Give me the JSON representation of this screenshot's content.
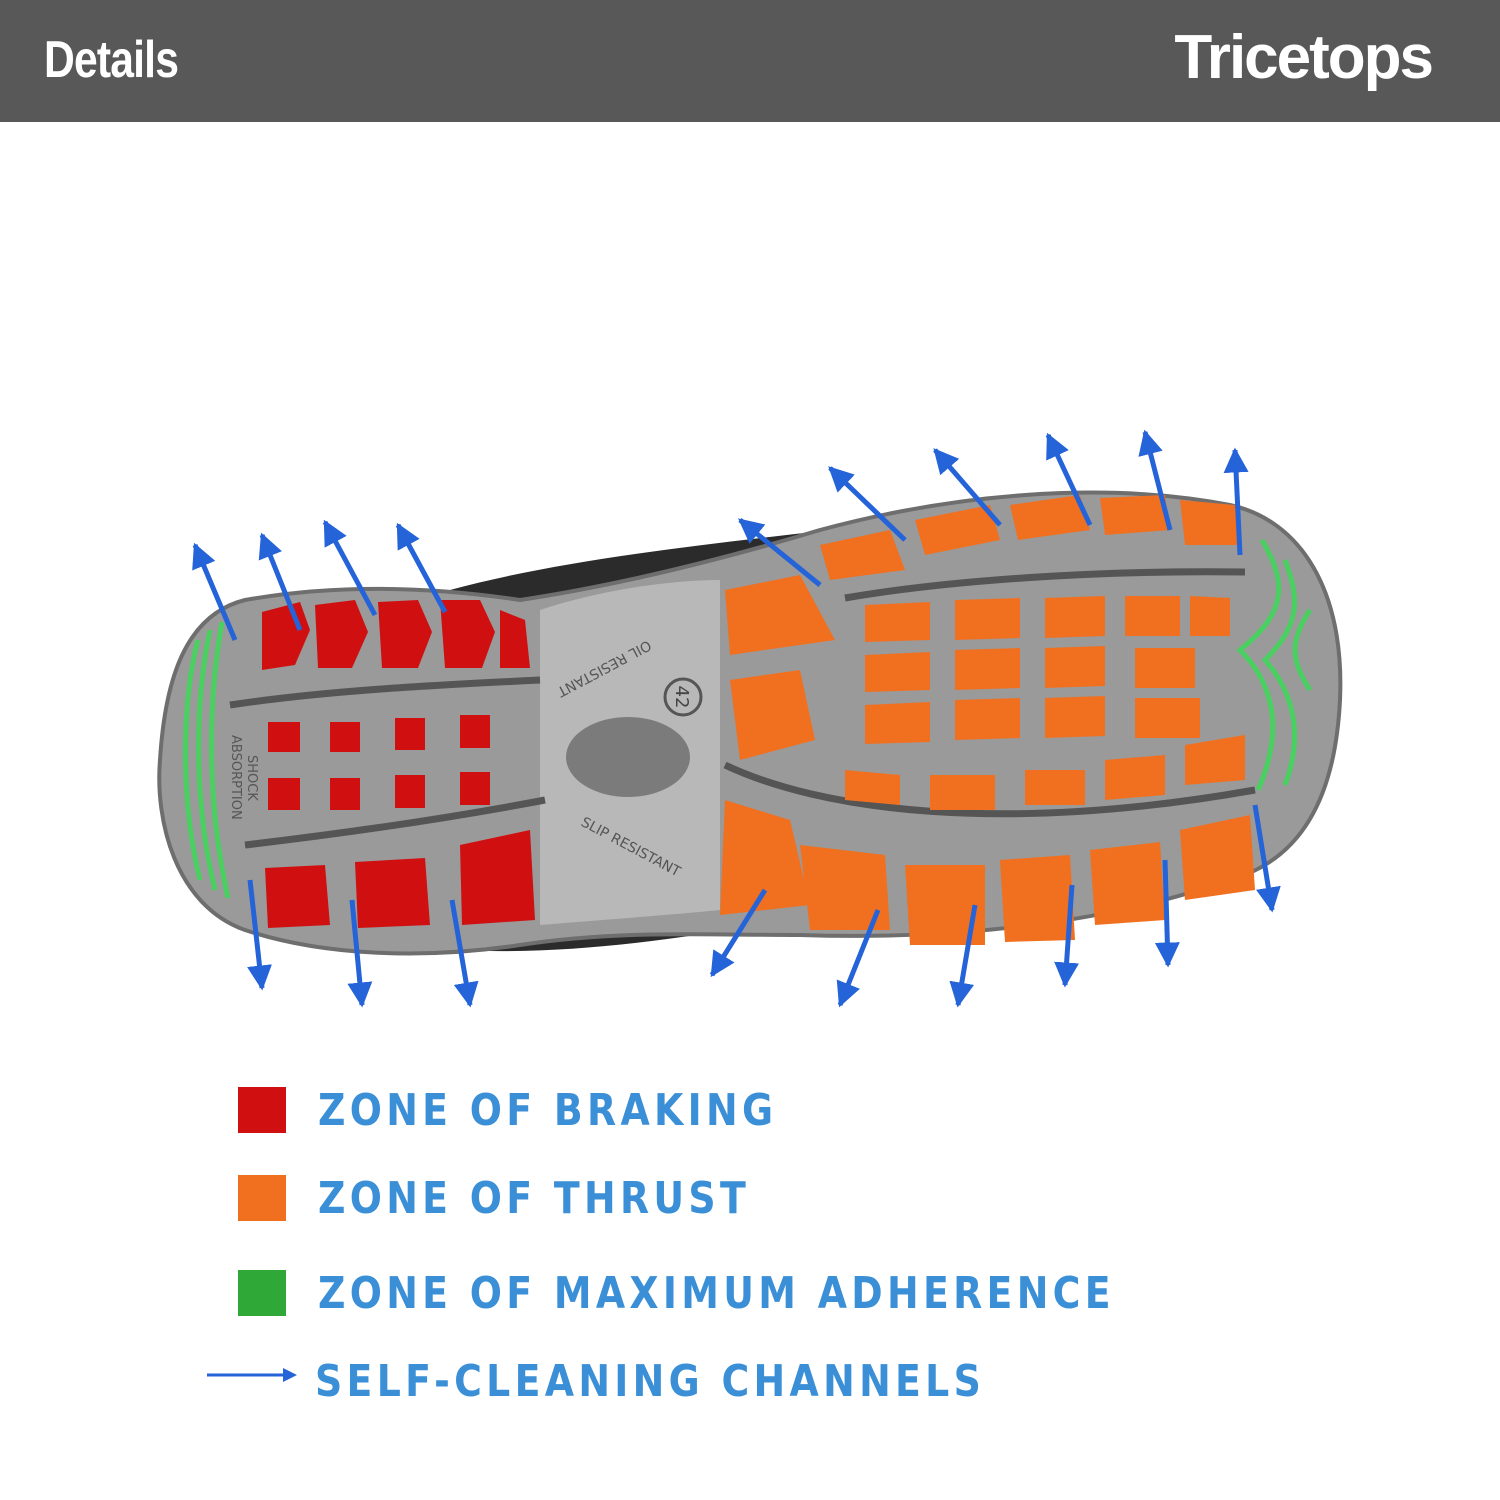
{
  "header": {
    "title": "Details",
    "brand": "Tricetops"
  },
  "colors": {
    "header_bg": "#585858",
    "braking": "#d01010",
    "thrust": "#f07020",
    "adherence": "#2fa838",
    "channel_arrow": "#2563d8",
    "legend_text": "#3a8fd6"
  },
  "sole": {
    "markings": {
      "shock": "SHOCK",
      "absorption": "ABSORPTION",
      "oil_resistant": "OIL RESISTANT",
      "slip_resistant": "SLIP RESISTANT",
      "size": "42"
    }
  },
  "legend": {
    "braking": "ZONE OF BRAKING",
    "thrust": "ZONE OF THRUST",
    "adherence": "ZONE OF MAXIMUM ADHERENCE",
    "channels": "SELF-CLEANING CHANNELS"
  }
}
